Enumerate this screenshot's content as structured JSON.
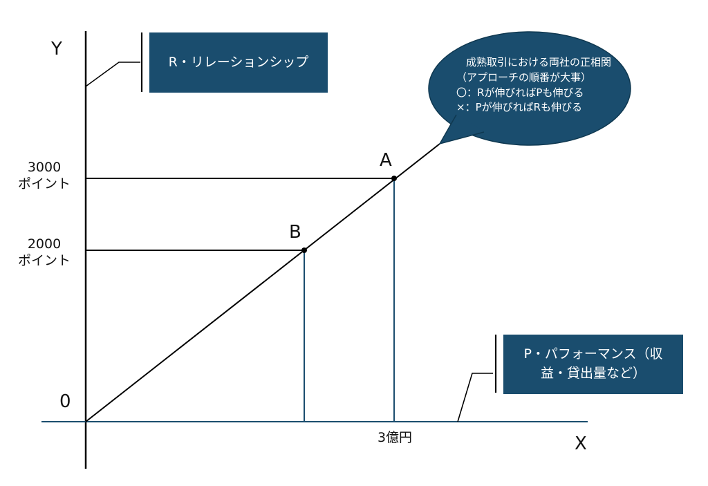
{
  "axes": {
    "y_label": "Y",
    "x_label": "X",
    "origin_label": "0",
    "y_ticks": [
      {
        "line1": "3000",
        "line2": "ポイント"
      },
      {
        "line1": "2000",
        "line2": "ポイント"
      }
    ],
    "x_tick": "3億円"
  },
  "points": {
    "a_label": "A",
    "b_label": "B"
  },
  "callouts": {
    "relationship": "R・リレーションシップ",
    "performance_line1": "P・パフォーマンス（収",
    "performance_line2": "益・貸出量など）",
    "bubble_lines": [
      "成熟取引における両社の正相関",
      "（アプローチの順番が大事）",
      "〇：Rが伸びればPも伸びる",
      "×：Pが伸びればRも伸びる"
    ]
  },
  "colors": {
    "box_fill": "#1a4d6e",
    "axis_line": "#000000",
    "guide_line": "#1a4d6e"
  }
}
